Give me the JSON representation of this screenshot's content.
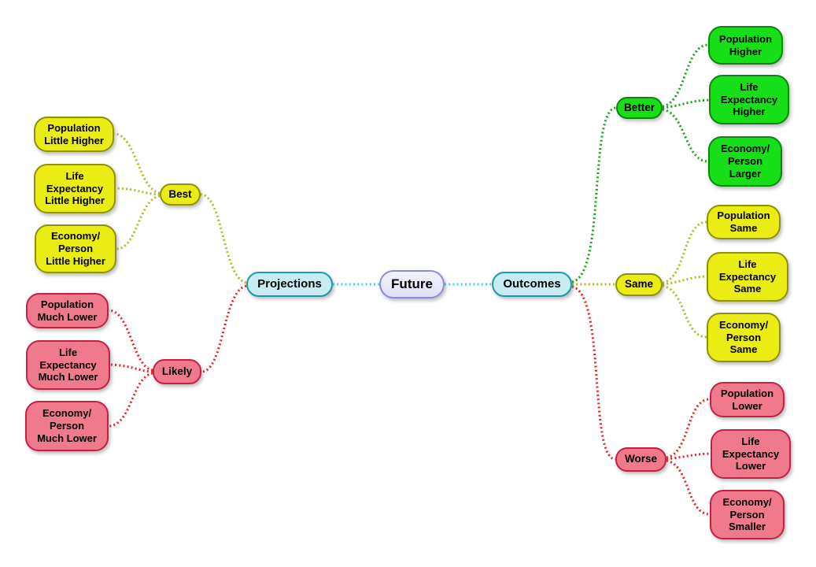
{
  "palette": {
    "center-fill": "#e3e2fa",
    "center-border": "#8a8ae0",
    "cyan-fill": "#c6edf4",
    "cyan-border": "#1e97a8",
    "cyan-line": "#3ed6e4",
    "green-fill": "#17df17",
    "green-border": "#0c860c",
    "green-line": "#14a314",
    "yellow-fill": "#eaec13",
    "yellow-border": "#8f9208",
    "yellow-line": "#b5ba1c",
    "red-fill": "#f0798c",
    "red-border": "#c42045",
    "red-line": "#e62222"
  },
  "mindmap": {
    "root": {
      "label": "Future"
    },
    "left_branch": {
      "label": "Projections",
      "groups": [
        {
          "label": "Best",
          "children": [
            {
              "label": "Population\nLittle Higher"
            },
            {
              "label": "Life\nExpectancy\nLittle Higher"
            },
            {
              "label": "Economy/\nPerson\nLittle Higher"
            }
          ]
        },
        {
          "label": "Likely",
          "children": [
            {
              "label": "Population\nMuch Lower"
            },
            {
              "label": "Life\nExpectancy\nMuch Lower"
            },
            {
              "label": "Economy/\nPerson\nMuch Lower"
            }
          ]
        }
      ]
    },
    "right_branch": {
      "label": "Outcomes",
      "groups": [
        {
          "label": "Better",
          "children": [
            {
              "label": "Population\nHigher"
            },
            {
              "label": "Life\nExpectancy\nHigher"
            },
            {
              "label": "Economy/\nPerson\nLarger"
            }
          ]
        },
        {
          "label": "Same",
          "children": [
            {
              "label": "Population\nSame"
            },
            {
              "label": "Life\nExpectancy\nSame"
            },
            {
              "label": "Economy/\nPerson\nSame"
            }
          ]
        },
        {
          "label": "Worse",
          "children": [
            {
              "label": "Population\nLower"
            },
            {
              "label": "Life\nExpectancy\nLower"
            },
            {
              "label": "Economy/\nPerson\nSmaller"
            }
          ]
        }
      ]
    }
  }
}
